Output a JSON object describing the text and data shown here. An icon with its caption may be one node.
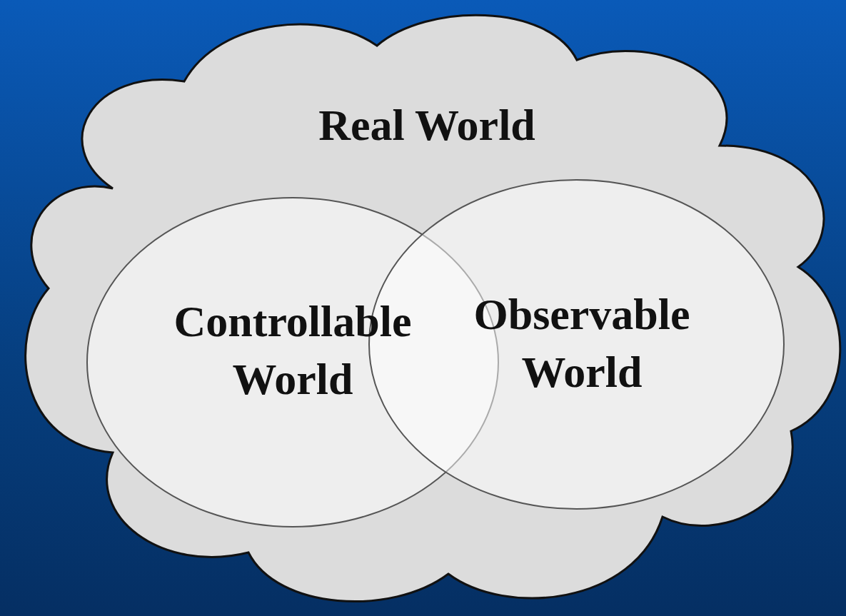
{
  "diagram": {
    "nodes": [
      {
        "text": [
          "Real World"
        ]
      },
      {
        "text": [
          "Controllable World"
        ],
        "in": 0
      },
      {
        "text": [
          "Observable World"
        ],
        "in": 0
      }
    ]
  }
}
